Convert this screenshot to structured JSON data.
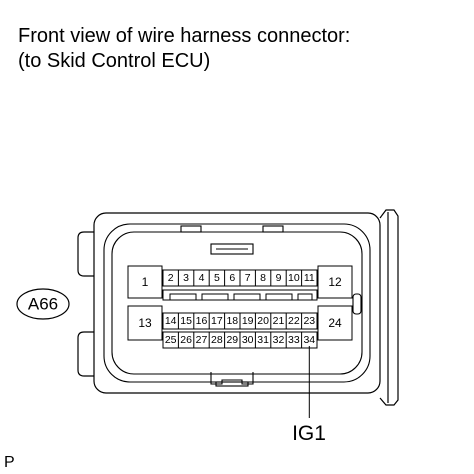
{
  "title": {
    "line1": "Front view of wire harness connector:",
    "line2": "(to Skid Control ECU)"
  },
  "connector_id": "A66",
  "pins": {
    "p1": "1",
    "p2": "2",
    "p3": "3",
    "p4": "4",
    "p5": "5",
    "p6": "6",
    "p7": "7",
    "p8": "8",
    "p9": "9",
    "p10": "10",
    "p11": "11",
    "p12": "12",
    "p13": "13",
    "p14": "14",
    "p15": "15",
    "p16": "16",
    "p17": "17",
    "p18": "18",
    "p19": "19",
    "p20": "20",
    "p21": "21",
    "p22": "22",
    "p23": "23",
    "p24": "24",
    "p25": "25",
    "p26": "26",
    "p27": "27",
    "p28": "28",
    "p29": "29",
    "p30": "30",
    "p31": "31",
    "p32": "32",
    "p33": "33",
    "p34": "34"
  },
  "callout": {
    "label": "IG1",
    "pin": "34"
  },
  "corner_code": "P"
}
